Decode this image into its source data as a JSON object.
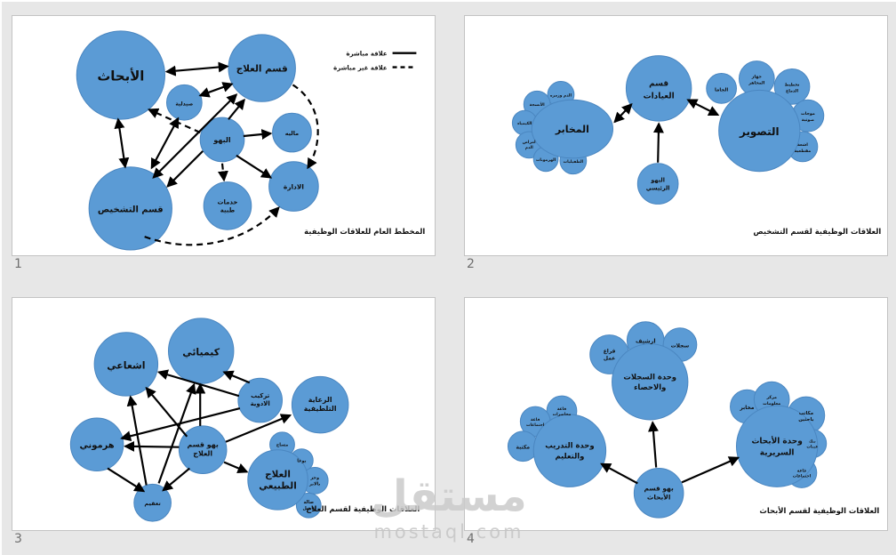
{
  "colors": {
    "page_bg": "#e7e7e7",
    "panel_bg": "#ffffff",
    "node_fill": "#5b9bd5",
    "node_stroke": "#4a86c0",
    "arrow": "#000000",
    "watermark": "#cbcbcb"
  },
  "watermark": {
    "title": "مستقل",
    "domain": "mostaql.com"
  },
  "panels": {
    "p1": {
      "number": "1",
      "caption": "المخطط العام للعلاقات الوظيفية",
      "legend": {
        "direct": "علاقة مباشرة",
        "indirect": "علاقة غير مباشرة"
      },
      "nodes": {
        "research": {
          "lines": [
            "الأبحاث"
          ]
        },
        "treatment": {
          "lines": [
            "قسم العلاج"
          ]
        },
        "pharmacy": {
          "lines": [
            "صيدلية"
          ]
        },
        "lobby": {
          "lines": [
            "البهو"
          ]
        },
        "finance": {
          "lines": [
            "ماليه"
          ]
        },
        "admin": {
          "lines": [
            "الادارة"
          ]
        },
        "med_services": {
          "lines": [
            "خدمات",
            "طبية"
          ]
        },
        "diagnosis": {
          "lines": [
            "قسم التشخيص"
          ]
        }
      }
    },
    "p2": {
      "number": "2",
      "caption": "العلاقات الوظيفية لقسم التشخيص",
      "nodes": {
        "clinics": {
          "lines": [
            "قسم",
            "العيادات"
          ]
        },
        "labs": {
          "lines": [
            "المخابر"
          ]
        },
        "lab_sat_blood": {
          "lines": [
            "الدم وزمره"
          ]
        },
        "lab_sat_tissue": {
          "lines": [
            "الأنسجة"
          ]
        },
        "lab_sat_chem": {
          "lines": [
            "الكيمياء"
          ]
        },
        "lab_sat_hema": {
          "lines": [
            "امراض",
            "الدم"
          ]
        },
        "lab_sat_hormones": {
          "lines": [
            "الهرمونات"
          ]
        },
        "lab_sat_parasites": {
          "lines": [
            "الطفيليات"
          ]
        },
        "imaging": {
          "lines": [
            "التصوير"
          ]
        },
        "img_sat_gamma": {
          "lines": [
            "الجاما"
          ]
        },
        "img_sat_device": {
          "lines": [
            "جهاز",
            "المجاهر"
          ]
        },
        "img_sat_eeg": {
          "lines": [
            "تخطيط",
            "الدماغ"
          ]
        },
        "img_sat_ultra": {
          "lines": [
            "موجات",
            "صوتية"
          ]
        },
        "img_sat_ct": {
          "lines": [
            "اشعة",
            "مقطعية"
          ]
        },
        "main_lobby": {
          "lines": [
            "البهو",
            "الرئيسي"
          ]
        }
      }
    },
    "p3": {
      "number": "3",
      "caption": "العلاقات الوظيفية لقسم العلاج",
      "nodes": {
        "radiation": {
          "lines": [
            "اشعاعي"
          ]
        },
        "chemical": {
          "lines": [
            "كيميائي"
          ]
        },
        "drug_comp": {
          "lines": [
            "تركيب",
            "الادوية"
          ]
        },
        "palliative": {
          "lines": [
            "الرعاية",
            "التلطيفية"
          ]
        },
        "hormonal": {
          "lines": [
            "هرموني"
          ]
        },
        "lobby": {
          "lines": [
            "بهو قسم",
            "العلاج"
          ]
        },
        "physio": {
          "lines": [
            "العلاج",
            "الطبيعي"
          ]
        },
        "physio_sat_massage": {
          "lines": [
            "مساج"
          ]
        },
        "physio_sat_yoga": {
          "lines": [
            "يوغا"
          ]
        },
        "physio_sat_acupuncture": {
          "lines": [
            "وخز",
            "بالابر"
          ]
        },
        "physio_sat_rehab": {
          "lines": [
            "صالة",
            "تأهيل"
          ]
        },
        "sterilization": {
          "lines": [
            "تعقيم"
          ]
        }
      }
    },
    "p4": {
      "number": "4",
      "caption": "العلاقات الوظيفية لقسم الأبحاث",
      "nodes": {
        "records": {
          "lines": [
            "وحدة السجلات",
            "والاحصاء"
          ]
        },
        "rec_sat_workspace": {
          "lines": [
            "فراغ",
            "عمل"
          ]
        },
        "rec_sat_archive": {
          "lines": [
            "ارشيف"
          ]
        },
        "rec_sat_files": {
          "lines": [
            "سجلات"
          ]
        },
        "training": {
          "lines": [
            "وحدة التدريب",
            "والتعليم"
          ]
        },
        "trn_sat_lecture": {
          "lines": [
            "قاعة",
            "محاضرات"
          ]
        },
        "trn_sat_meeting": {
          "lines": [
            "قاعة",
            "اجتماعات"
          ]
        },
        "trn_sat_library": {
          "lines": [
            "مكتبة"
          ]
        },
        "clinical": {
          "lines": [
            "وحدة الأبحاث",
            "السريرية"
          ]
        },
        "cli_sat_labs": {
          "lines": [
            "مخابر"
          ]
        },
        "cli_sat_info": {
          "lines": [
            "مركز",
            "معلومات"
          ]
        },
        "cli_sat_offices": {
          "lines": [
            "مكاتب",
            "باحثين"
          ]
        },
        "cli_sat_bank": {
          "lines": [
            "بنك",
            "عينات"
          ]
        },
        "cli_sat_meet": {
          "lines": [
            "قاعة",
            "اجتماعات"
          ]
        },
        "lobby": {
          "lines": [
            "بهو قسم",
            "الأبحاث"
          ]
        }
      }
    }
  }
}
